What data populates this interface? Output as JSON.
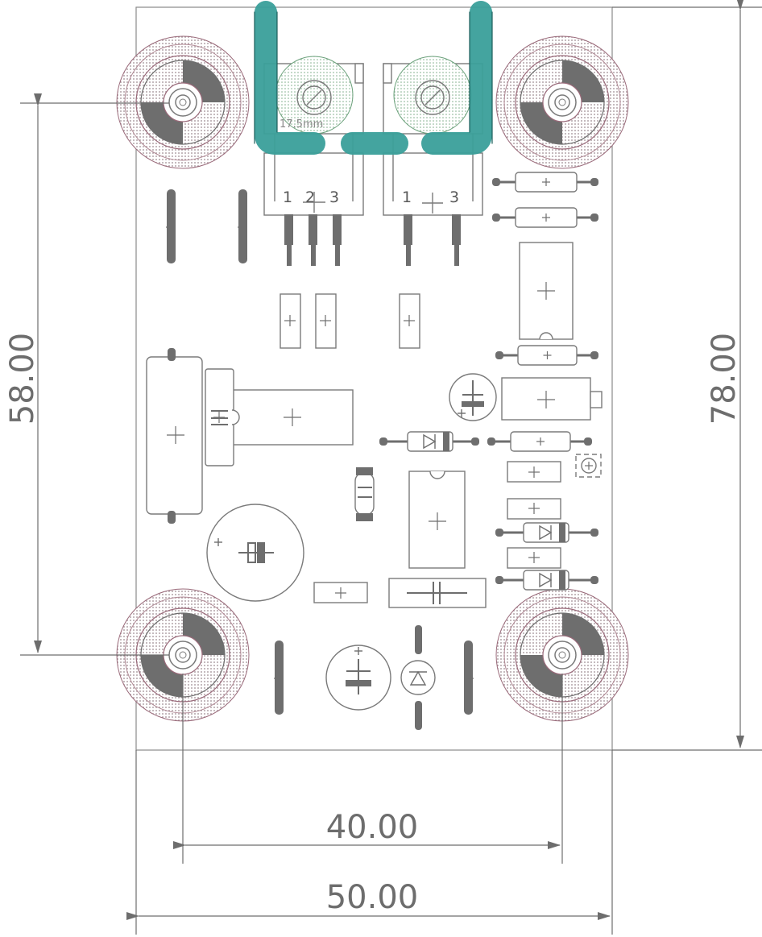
{
  "dimensions": {
    "board_height": "78.00",
    "hole_spacing_vertical": "58.00",
    "hole_spacing_horizontal": "40.00",
    "board_width": "50.00"
  },
  "regulators": {
    "left_pins": [
      "1",
      "2",
      "3"
    ],
    "right_pins": [
      "1",
      "3"
    ],
    "heatsink_label": "17.5mm"
  },
  "colors": {
    "copper_trace": "#3a9f9a",
    "outline": "#7a7a7a",
    "pad": "#6e6e6e",
    "hatch": "#8a5a6a"
  }
}
